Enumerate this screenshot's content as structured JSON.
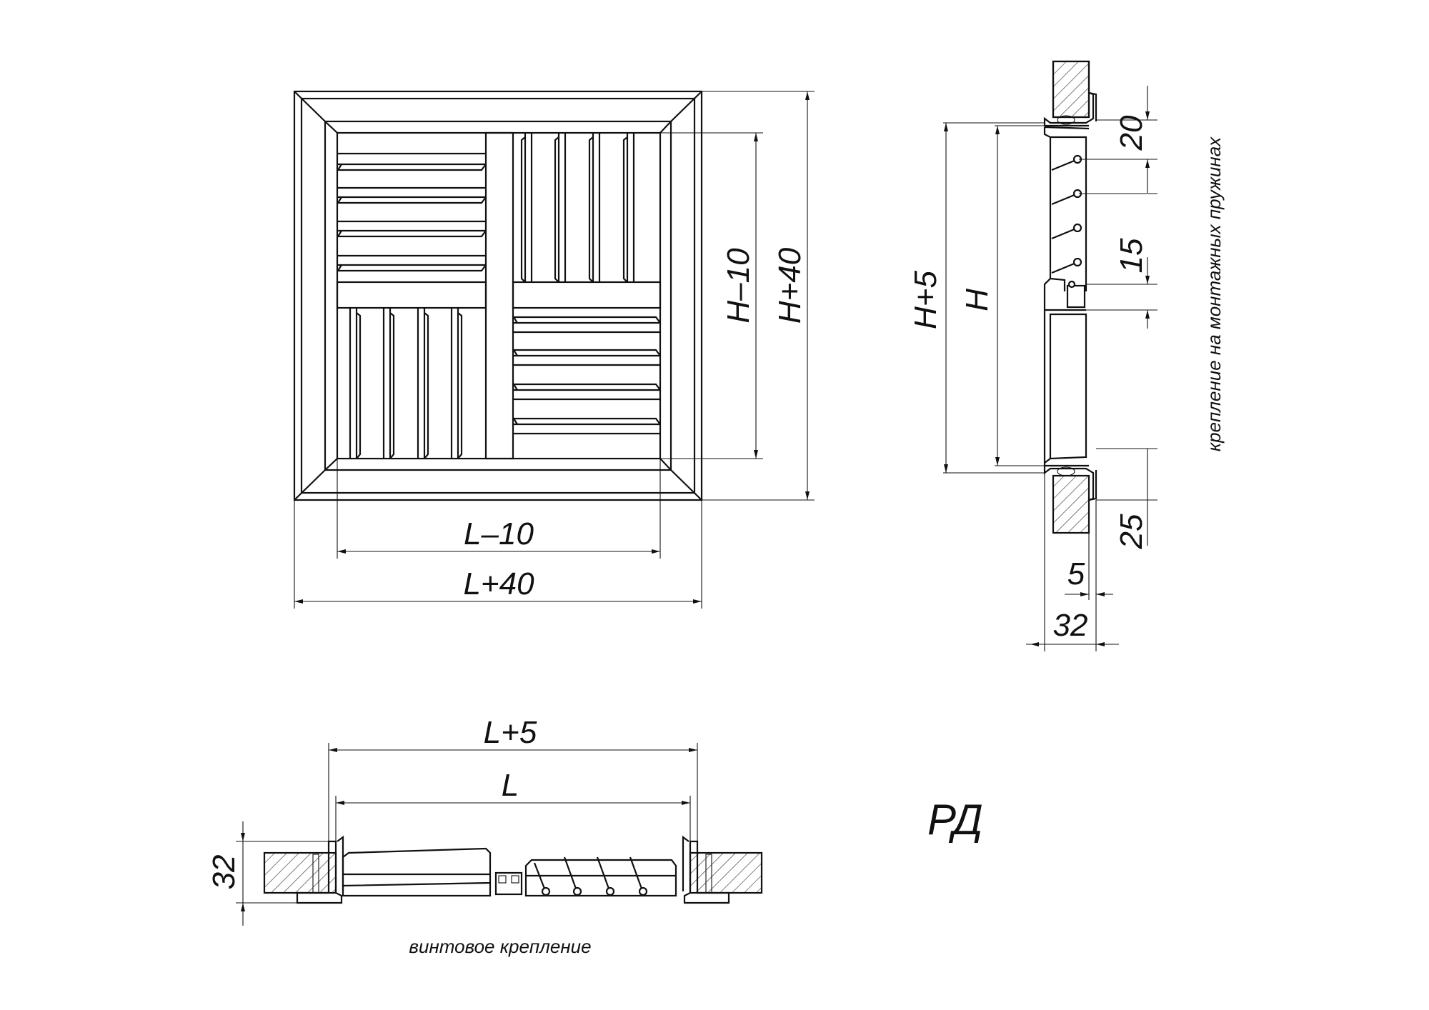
{
  "front_view": {
    "dim_inner_width": "L–10",
    "dim_outer_width": "L+40",
    "dim_inner_height": "H–10",
    "dim_outer_height": "H+40"
  },
  "side_view": {
    "dim_height_plus": "H+5",
    "dim_height": "H",
    "dim_top_offset": "20",
    "dim_spring_pitch": "15",
    "dim_bottom_offset": "25",
    "dim_flange": "5",
    "dim_depth": "32",
    "note": "крепление на монтажных пружинах"
  },
  "section_view": {
    "dim_width_plus": "L+5",
    "dim_width": "L",
    "dim_depth": "32",
    "note": "винтовое крепление"
  },
  "product_code": "РД"
}
